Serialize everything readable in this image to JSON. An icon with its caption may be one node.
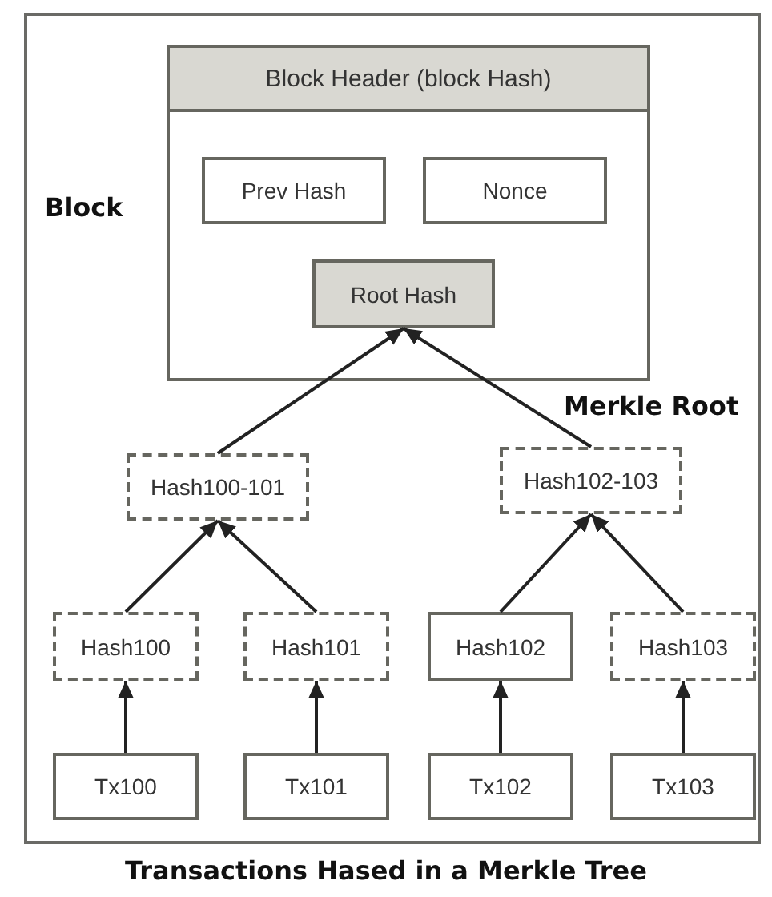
{
  "diagram": {
    "caption": "Transactions Hased in a Merkle Tree",
    "nodes": [
      {
        "text": [
          "Block Header (block Hash)"
        ],
        "beside": [
          "Block"
        ]
      },
      {
        "text": [
          "Prev Hash"
        ],
        "in": 0
      },
      {
        "text": [
          "Nonce"
        ],
        "in": 0
      },
      {
        "text": [
          "Root Hash"
        ],
        "in": 0
      },
      {
        "text": [
          "Hash100-101"
        ]
      },
      {
        "text": [
          "Hash102-103"
        ]
      },
      {
        "text": [
          "Hash100"
        ]
      },
      {
        "text": [
          "Hash101"
        ]
      },
      {
        "text": [
          "Hash102"
        ]
      },
      {
        "text": [
          "Hash103"
        ]
      },
      {
        "text": [
          "Tx100"
        ]
      },
      {
        "text": [
          "Tx101"
        ]
      },
      {
        "text": [
          "Tx102"
        ]
      },
      {
        "text": [
          "Tx103"
        ]
      }
    ],
    "edges": [
      {
        "from": 4,
        "to": 3,
        "arrow": "to"
      },
      {
        "from": 5,
        "to": 3,
        "arrow": "to"
      },
      {
        "from": 6,
        "to": 4,
        "arrow": "to"
      },
      {
        "from": 7,
        "to": 4,
        "arrow": "to"
      },
      {
        "from": 8,
        "to": 5,
        "arrow": "to"
      },
      {
        "from": 9,
        "to": 5,
        "arrow": "to"
      },
      {
        "from": 10,
        "to": 6,
        "arrow": "to"
      },
      {
        "from": 11,
        "to": 7,
        "arrow": "to"
      },
      {
        "from": 12,
        "to": 8,
        "arrow": "to"
      },
      {
        "from": 13,
        "to": 9,
        "arrow": "to"
      }
    ],
    "labels": [
      "Merkle Root"
    ]
  }
}
